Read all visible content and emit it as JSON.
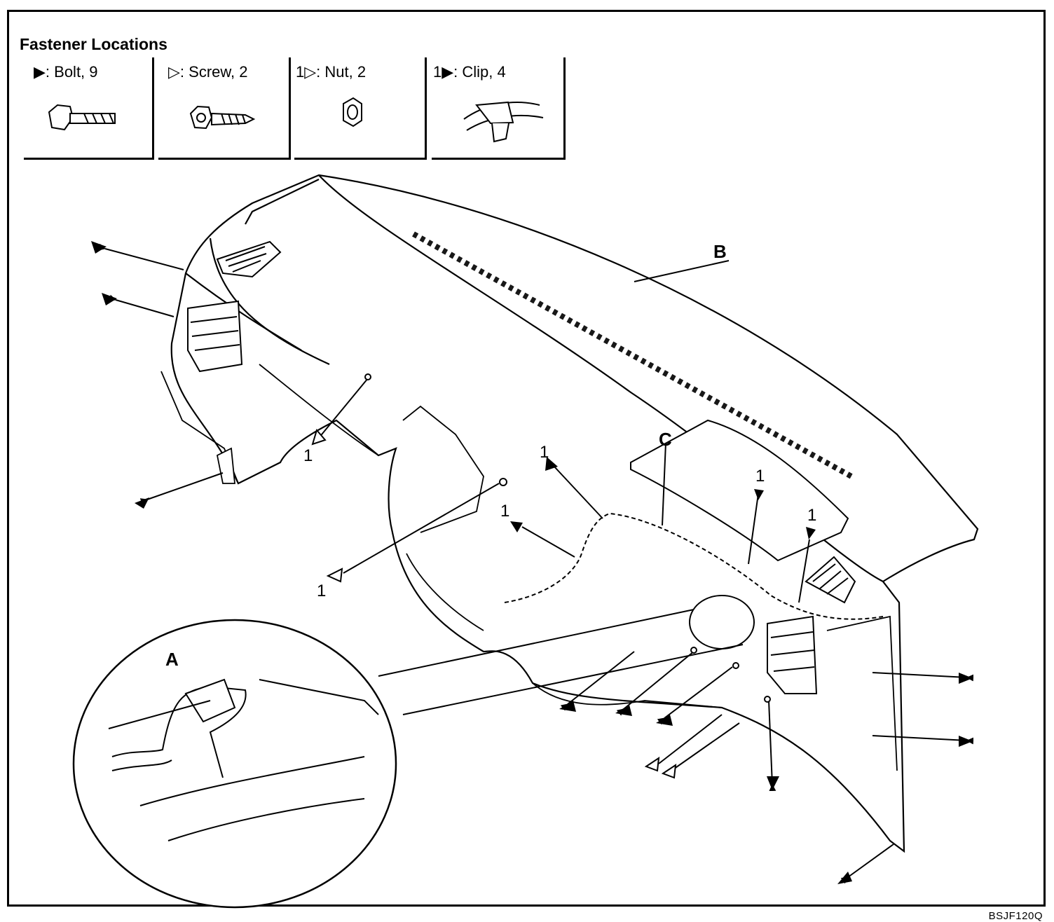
{
  "legend": {
    "title": "Fastener Locations",
    "items": [
      {
        "symbol": "▶",
        "prefix": "",
        "label": ": Bolt, 9"
      },
      {
        "symbol": "▷",
        "prefix": "",
        "label": ": Screw, 2"
      },
      {
        "symbol": "▷",
        "prefix": "1",
        "label": ": Nut, 2"
      },
      {
        "symbol": "▶",
        "prefix": "1",
        "label": ": Clip, 4"
      }
    ]
  },
  "callouts": {
    "a": "A",
    "b": "B",
    "c": "C"
  },
  "clip_number": "1",
  "figure_code": "BSJF120Q"
}
